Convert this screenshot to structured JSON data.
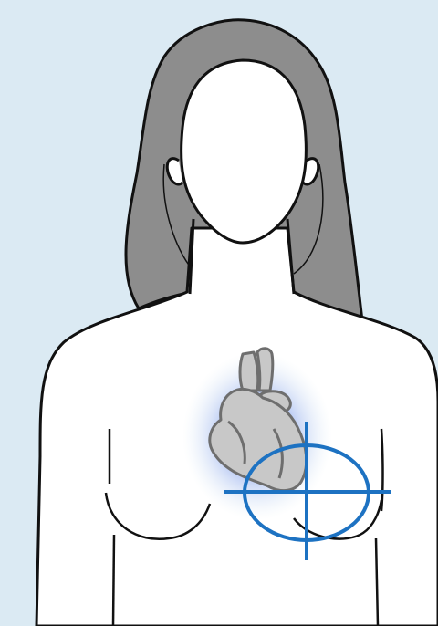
{
  "illustration": {
    "subject": "female-upper-body",
    "elements": [
      "hair",
      "face",
      "ears",
      "neck",
      "torso",
      "breasts",
      "heart",
      "target-crosshair"
    ],
    "colors": {
      "background": "#dbeaf3",
      "hair": "#8d8d8d",
      "skin": "#ffffff",
      "outline": "#111111",
      "heart_fill": "#c8c8c8",
      "heart_outline": "#6e6e6e",
      "heart_glow": "#7b96e6",
      "crosshair": "#1d72c2"
    }
  }
}
